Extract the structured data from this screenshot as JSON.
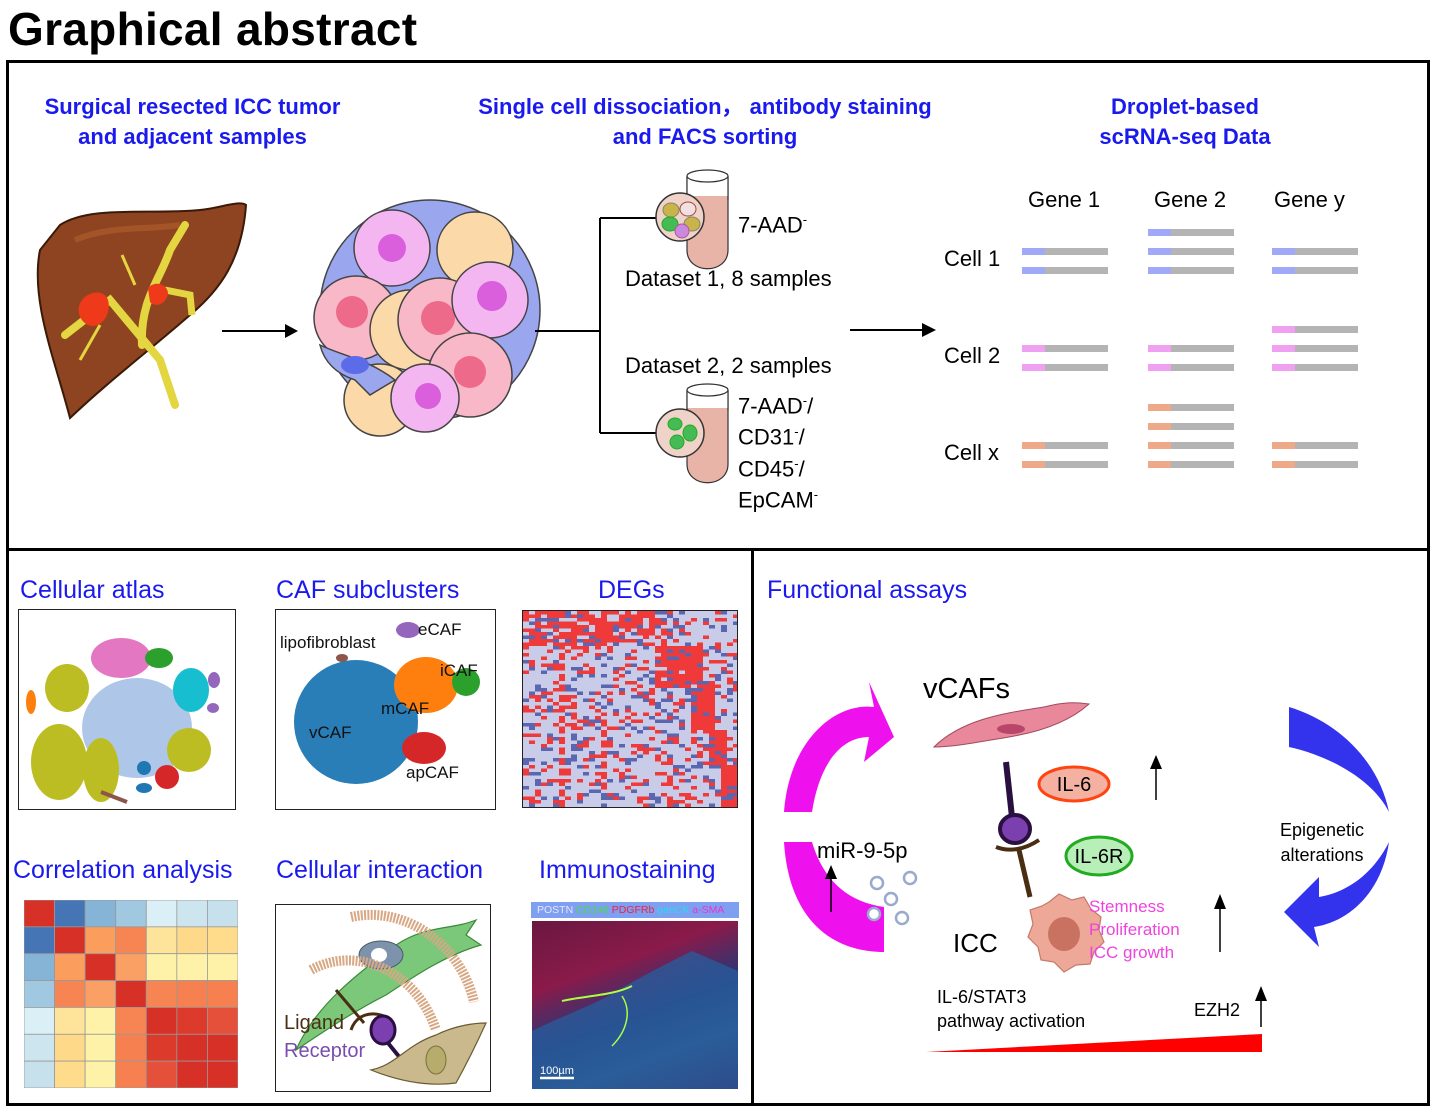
{
  "title": "Graphical abstract",
  "workflow": {
    "step1": {
      "line1": "Surgical resected ICC tumor",
      "line2": "and adjacent samples"
    },
    "step2": {
      "line1": "Single cell dissociation， antibody staining",
      "line2": "and FACS sorting"
    },
    "step3": {
      "line1": "Droplet-based",
      "line2": "scRNA-seq Data"
    },
    "dataset1": {
      "label": "Dataset 1, 8 samples",
      "marker": "7-AAD",
      "marker_sup": "-"
    },
    "dataset2": {
      "label": "Dataset 2, 2 samples",
      "markers": [
        {
          "name": "7-AAD",
          "sup": "-",
          "suffix": "/"
        },
        {
          "name": "CD31",
          "sup": "-",
          "suffix": "/"
        },
        {
          "name": "CD45",
          "sup": "-",
          "suffix": "/"
        },
        {
          "name": "EpCAM",
          "sup": "-",
          "suffix": ""
        }
      ]
    },
    "matrix": {
      "genes": [
        "Gene 1",
        "Gene 2",
        "Gene y"
      ],
      "cells": [
        "Cell 1",
        "Cell 2",
        "Cell x"
      ],
      "colors": {
        "cell1": "#a0a8f8",
        "cell2": "#f0a0f0",
        "cellx": "#eeaa88",
        "bar": "#b4b4b4"
      },
      "read_counts": [
        [
          2,
          3,
          2
        ],
        [
          2,
          2,
          3
        ],
        [
          2,
          4,
          2
        ]
      ]
    }
  },
  "analyses": {
    "cellular_atlas": {
      "title": "Cellular atlas"
    },
    "caf_subclusters": {
      "title": "CAF subclusters",
      "labels": [
        "eCAF",
        "lipofibroblast",
        "iCAF",
        "mCAF",
        "vCAF",
        "apCAF"
      ]
    },
    "degs": {
      "title": "DEGs"
    },
    "correlation": {
      "title": "Correlation analysis"
    },
    "interaction": {
      "title": "Cellular interaction",
      "ligand": "Ligand",
      "receptor": "Receptor"
    },
    "immunostaining": {
      "title": "Immunostaining",
      "stains": [
        {
          "name": "POSTN",
          "color": "#e8e8ff"
        },
        {
          "name": "CD146",
          "color": "#44dd44"
        },
        {
          "name": "PDGFRb",
          "color": "#ee2244"
        },
        {
          "name": "panCK",
          "color": "#22ddee"
        },
        {
          "name": "a-SMA",
          "color": "#ee33cc"
        }
      ],
      "scale_bar": "100µm"
    }
  },
  "functional": {
    "title": "Functional assays",
    "vcafs": "vCAFs",
    "il6": "IL-6",
    "il6r": "IL-6R",
    "mir": "miR-9-5p",
    "epigenetic": {
      "line1": "Epigenetic",
      "line2": "alterations"
    },
    "icc": "ICC",
    "effects": [
      "Stemness",
      "Proliferation",
      "ICC growth"
    ],
    "pathway": {
      "line1": "IL-6/STAT3",
      "line2": "pathway activation"
    },
    "ezh2": "EZH2",
    "colors": {
      "magenta_arrow": "#ee11ee",
      "blue_arrow": "#3333ee",
      "effects_text": "#ee44dd",
      "wedge": "#ff0000"
    }
  }
}
